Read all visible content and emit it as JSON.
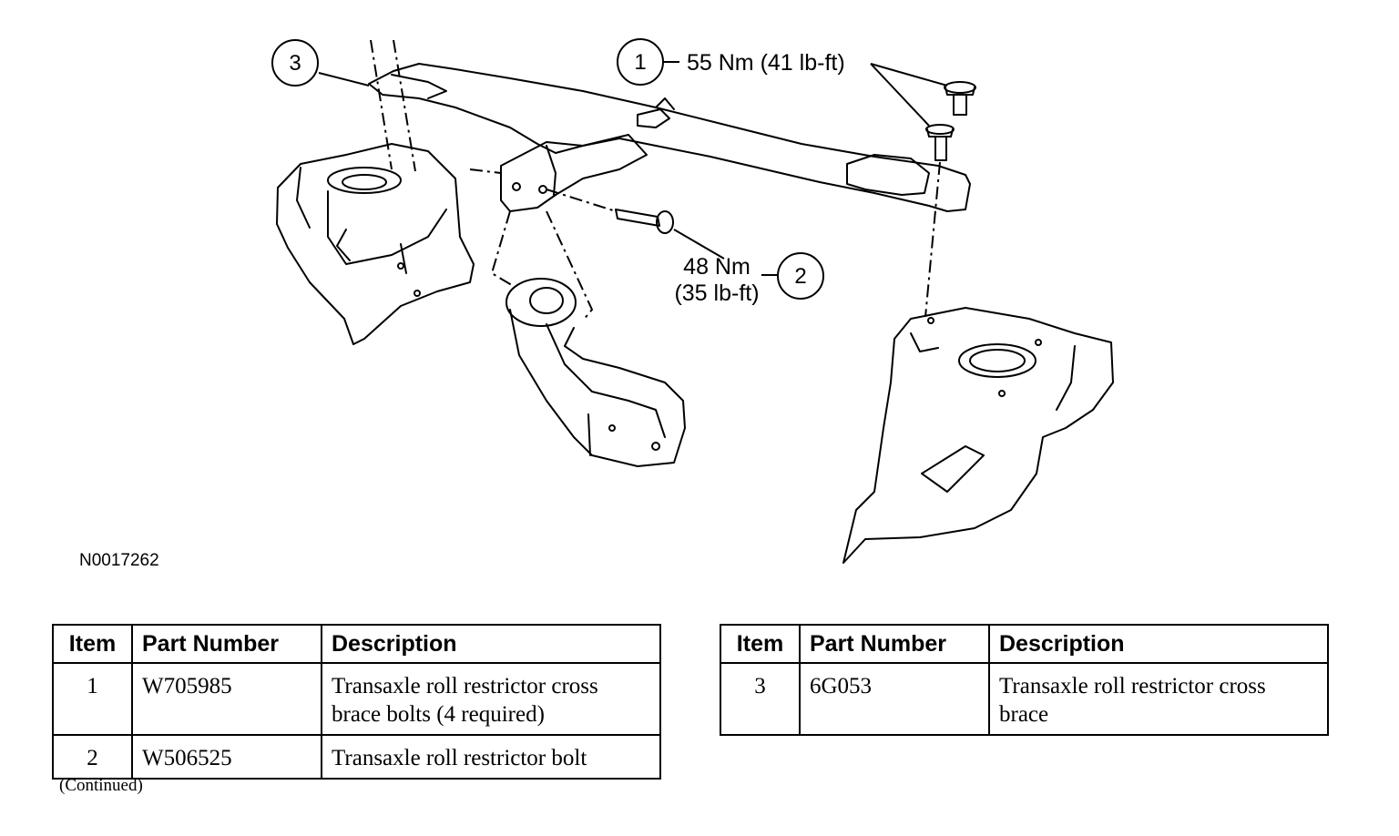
{
  "figure": {
    "id": "N0017262",
    "callouts": [
      {
        "num": "1",
        "torque": "55 Nm (41 lb-ft)"
      },
      {
        "num": "2",
        "torque_line1": "48 Nm",
        "torque_line2": "(35 lb-ft)"
      },
      {
        "num": "3"
      }
    ]
  },
  "tables": {
    "left": {
      "headers": [
        "Item",
        "Part Number",
        "Description"
      ],
      "rows": [
        {
          "item": "1",
          "part_number": "W705985",
          "description": "Transaxle roll restrictor cross brace bolts (4 required)"
        },
        {
          "item": "2",
          "part_number": "W506525",
          "description": "Transaxle roll restrictor bolt"
        }
      ]
    },
    "right": {
      "headers": [
        "Item",
        "Part Number",
        "Description"
      ],
      "rows": [
        {
          "item": "3",
          "part_number": "6G053",
          "description": "Transaxle roll restrictor cross brace"
        }
      ]
    }
  },
  "continued_note": "(Continued)"
}
